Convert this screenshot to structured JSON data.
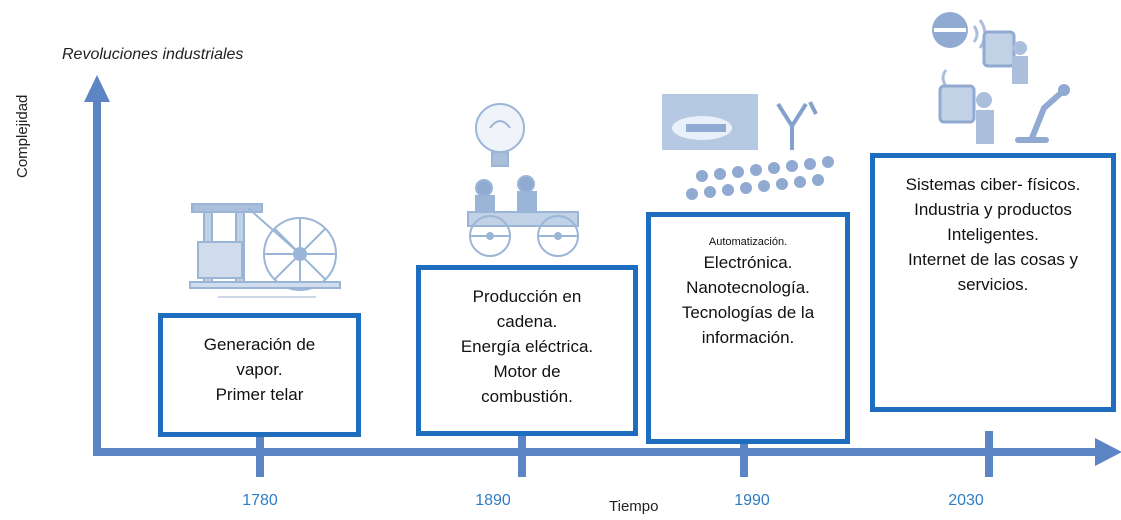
{
  "diagram": {
    "title": "Revoluciones industriales",
    "y_axis_label": "Complejidad",
    "x_axis_label": "Tiempo",
    "colors": {
      "axis": "#5b85c4",
      "box_border": "#1f6dbf",
      "year_text": "#2f7cc4",
      "illustration": "#9db5d6"
    },
    "eras": [
      {
        "year": "1780",
        "illustration": "steam-engine-icon",
        "lines": [
          "Generación de",
          "vapor.",
          "Primer telar"
        ]
      },
      {
        "year": "1890",
        "illustration": "lightbulb-car-icon",
        "lines": [
          "Producción en",
          "cadena.",
          "Energía eléctrica.",
          "Motor de",
          "combustión."
        ]
      },
      {
        "year": "1990",
        "illustration": "automation-electronics-icon",
        "small_line": "Automatización.",
        "lines": [
          "Electrónica.",
          "Nanotecnología.",
          "Tecnologías de la",
          "información."
        ]
      },
      {
        "year": "2030",
        "illustration": "cyber-physical-devices-icon",
        "lines": [
          "Sistemas ciber- físicos.",
          "Industria y productos",
          "Inteligentes.",
          "Internet de las cosas y",
          "servicios."
        ]
      }
    ]
  }
}
